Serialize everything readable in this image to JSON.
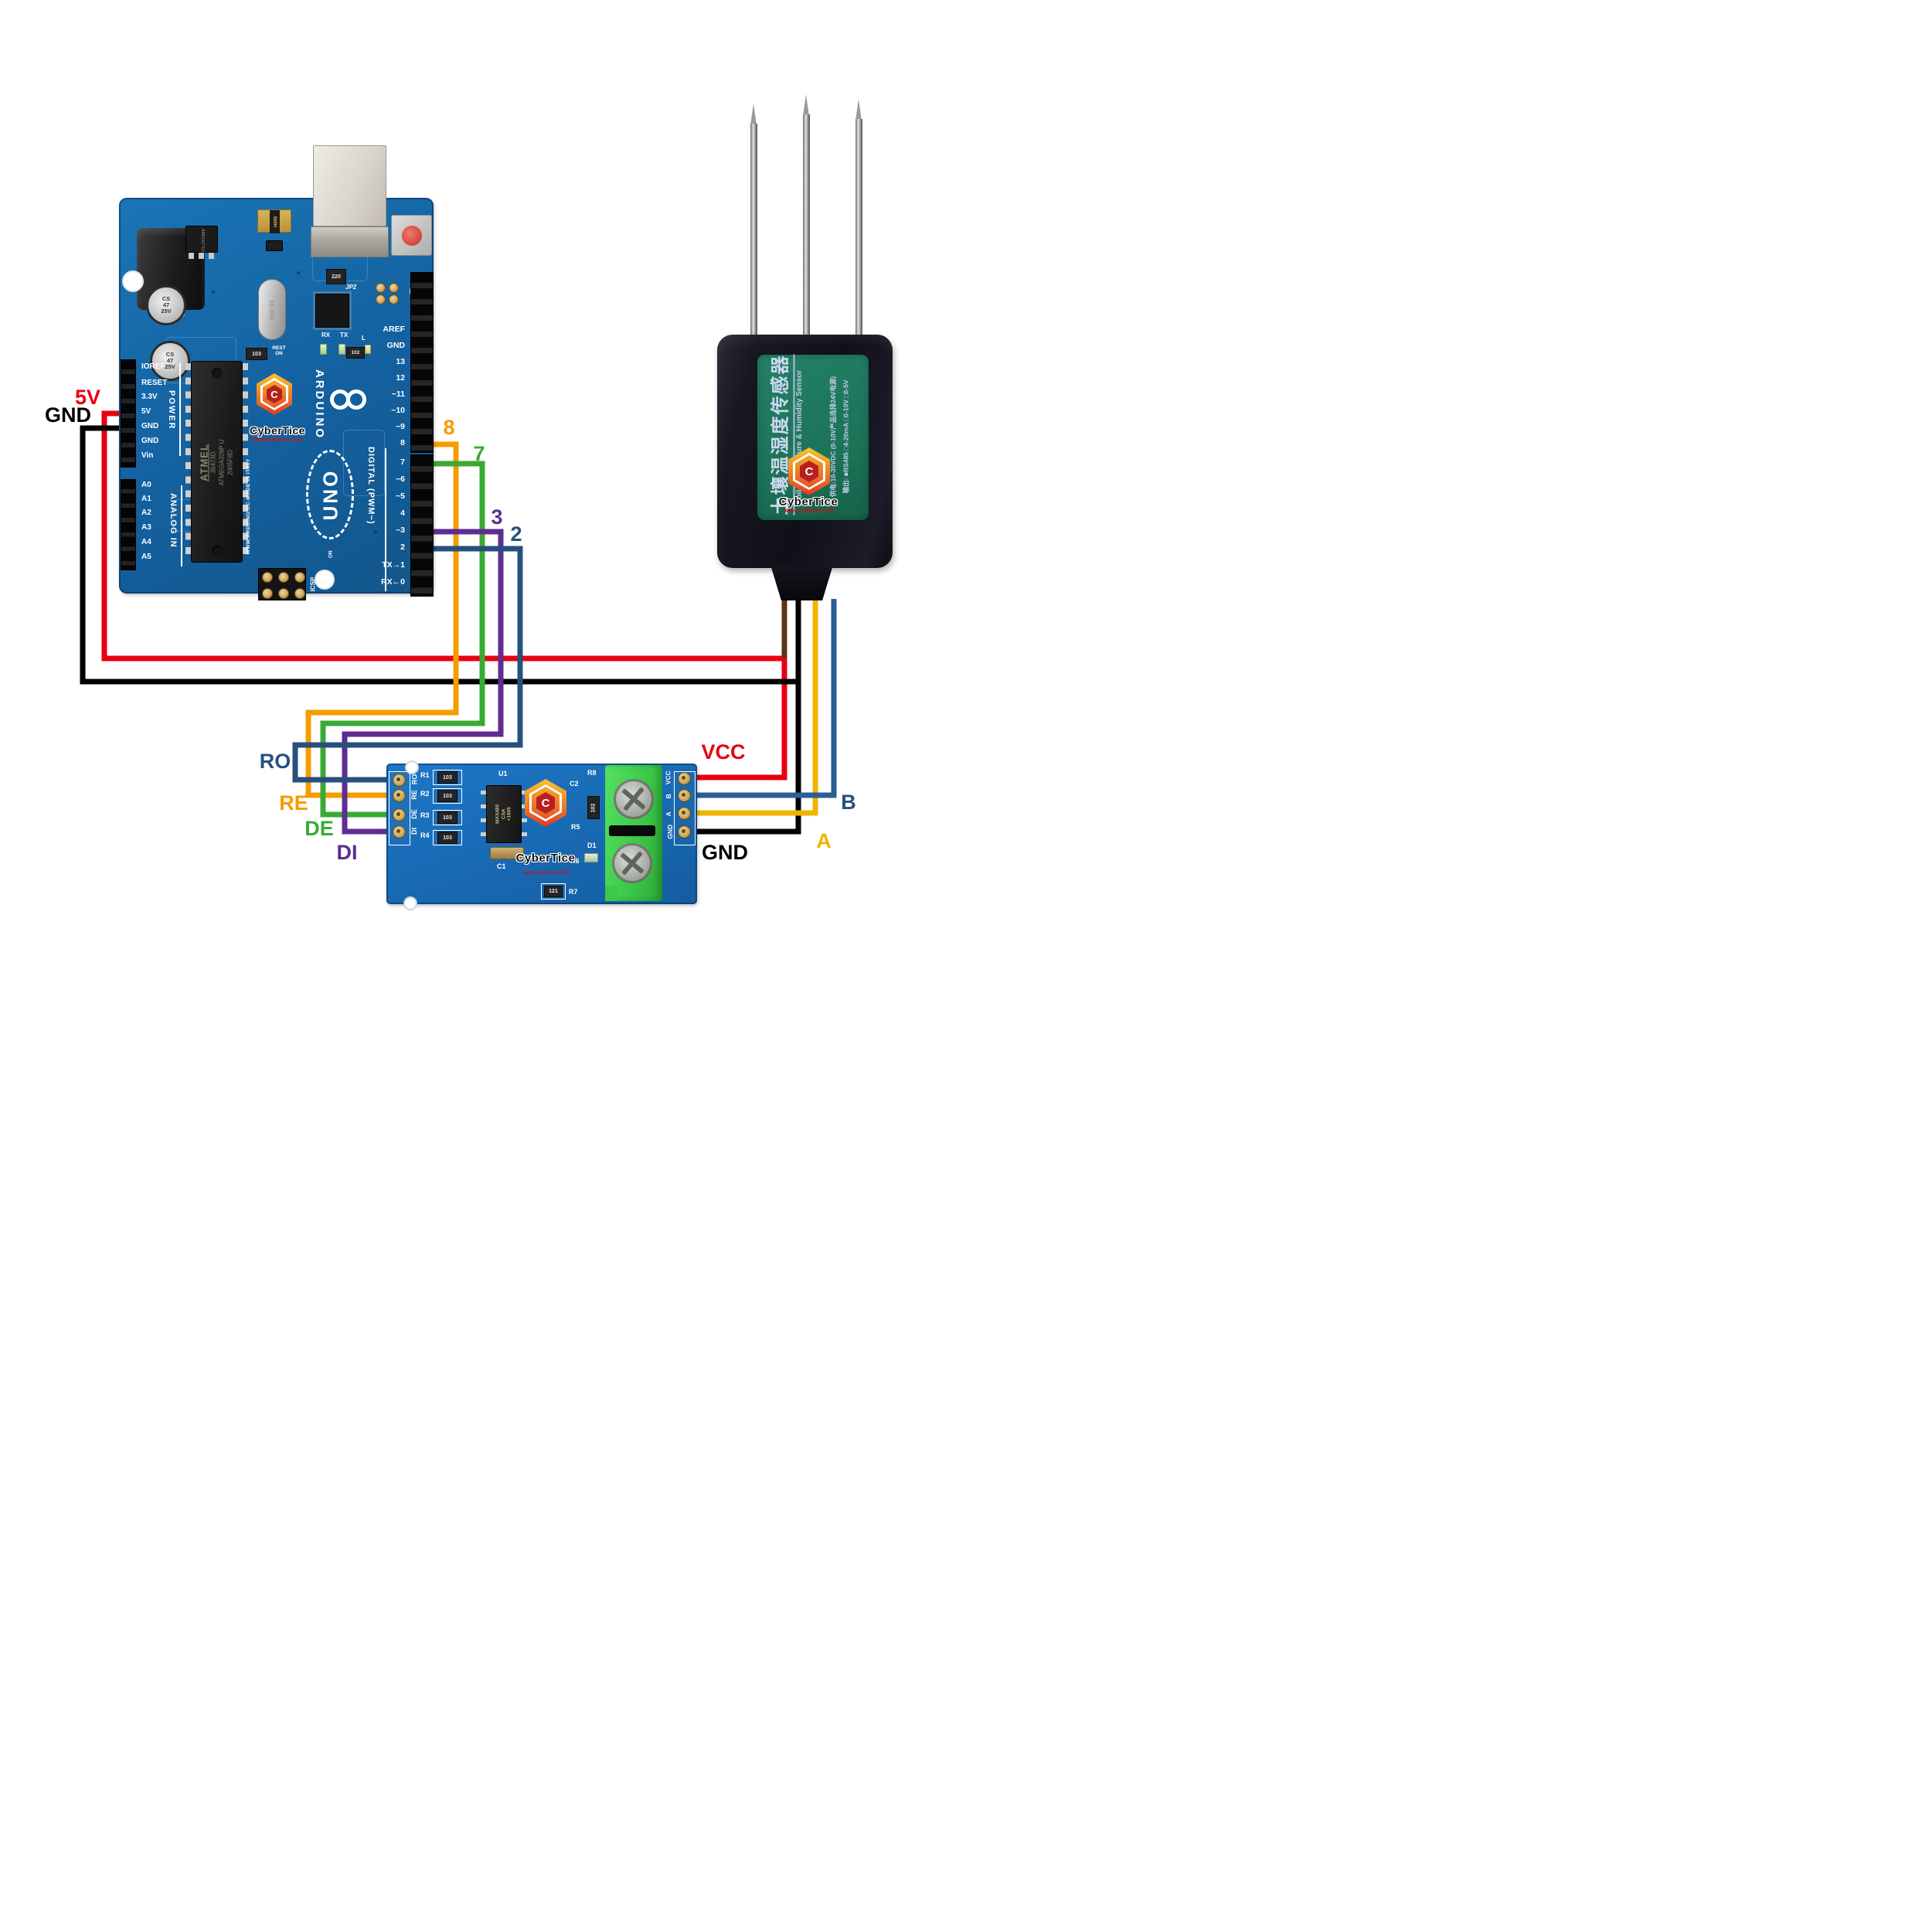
{
  "colors": {
    "wire_red": "#e60012",
    "wire_black": "#000000",
    "wire_brown": "#5a3517",
    "wire_orange": "#f59c00",
    "wire_green": "#3aaa35",
    "wire_purple": "#5f2c91",
    "wire_navy": "#27507e",
    "wire_blue": "#2b5d99",
    "wire_yellow": "#f0b400",
    "arduino_pcb_blue": "#1768ad",
    "module_pcb_blue": "#1e77c6",
    "terminal_green": "#3ecf4a",
    "sensor_label_green": "#1d7a60"
  },
  "wire_labels": {
    "five_v": "5V",
    "gnd_left": "GND",
    "pin8": "8",
    "pin7": "7",
    "pin3": "3",
    "pin2": "2",
    "ro": "RO",
    "re": "RE",
    "de": "DE",
    "di": "DI",
    "vcc": "VCC",
    "b": "B",
    "a": "A",
    "gnd_right": "GND"
  },
  "arduino": {
    "power_pins": [
      "IOREF",
      "RESET",
      "3.3V",
      "5V",
      "GND",
      "GND",
      "Vin"
    ],
    "power_group": "POWER",
    "analog_pins": [
      "A0",
      "A1",
      "A2",
      "A3",
      "A4",
      "A5"
    ],
    "analog_group": "ANALOG IN",
    "digital_top": [
      "AREF",
      "GND",
      "13",
      "12",
      "~11",
      "~10",
      "~9",
      "8"
    ],
    "digital_bottom": [
      "7",
      "~6",
      "~5",
      "4",
      "~3",
      "2",
      "TX→1",
      "RX←0"
    ],
    "digital_group": "DIGITAL (PWM~)",
    "brand_vertical": "ARDUINO",
    "model": "UNO",
    "made_in": "WWW.ARDUINO.CC-MADE IN ITALY",
    "icsp": "ICSP",
    "jp2": "JP2",
    "reset_silk": "REST ON",
    "on_silk": "ON",
    "led_labels": [
      "RX",
      "TX",
      "L"
    ],
    "chip": {
      "brand": "ATMEL",
      "line1": "35473D",
      "line2": "ATMEGA328P U",
      "line3": "2005F8D"
    },
    "crystal": "16.000",
    "capacitor_lines": [
      "CS",
      "47",
      "25V"
    ],
    "regulator_text": "AMS1117 5.0",
    "fuse_text": "500H",
    "resistor_values": {
      "r220": "220",
      "r103": "103",
      "r102": "102"
    },
    "logo": {
      "brand": "CyberTice",
      "url": "www.cybertice.com",
      "c": "C"
    }
  },
  "sensor": {
    "title_cn": "土壤温湿度传感器",
    "title_en": "Soil Temperature & Humidity Sensor",
    "spec_power": "供电:10-30VDC (0-10V产品选择24V电源)",
    "spec_output": "输出: ■RS485 □4-20mA □0-10V □0-5V",
    "logo": {
      "brand": "CyberTice",
      "url": "www.cybertice.com",
      "c": "C"
    }
  },
  "module": {
    "left_pins": [
      "RO",
      "RE",
      "DE",
      "DI"
    ],
    "right_pins": [
      "VCC",
      "B",
      "A",
      "GND"
    ],
    "silk": {
      "u1": "U1",
      "r1": "R1",
      "r2": "R2",
      "r3": "R3",
      "r4": "R4",
      "r5": "R5",
      "r6": "R6",
      "r7": "R7",
      "r8": "R8",
      "c1": "C1",
      "c2": "C2",
      "d1": "D1"
    },
    "chip_lines": [
      "MAX485",
      "CSA",
      "+1805"
    ],
    "value_103": "103",
    "value_102": "102",
    "value_121": "121",
    "logo": {
      "brand": "CyberTice",
      "url": "www.cybertice.com",
      "c": "C"
    }
  }
}
